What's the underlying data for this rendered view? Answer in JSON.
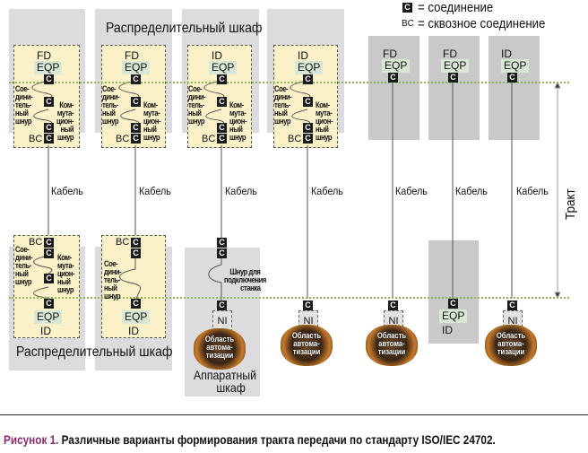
{
  "legend": {
    "connection_symbol": "C",
    "connection_text": "= соединение",
    "bc_symbol": "BC",
    "bc_text": "= сквозное соединение"
  },
  "labels": {
    "top_cabinet": "Распределительный шкаф",
    "bottom_cabinet": "Распределительный шкаф",
    "apparatus_cabinet_line1": "Аппаратный",
    "apparatus_cabinet_line2": "шкаф",
    "path": "Тракт",
    "cable": "Кабель",
    "eqp": "EQP",
    "c": "C",
    "bc": "BC",
    "ni": "NI",
    "patch_cord": [
      "Сое-",
      "дини-",
      "тель-",
      "ный",
      "шнур"
    ],
    "cross_cord": [
      "Ком-",
      "мута-",
      "цион-",
      "ный",
      "шнур"
    ],
    "machine_cord": [
      "Шнур для",
      "подключения",
      "станка"
    ],
    "automation_area": [
      "Область",
      "автома-",
      "тизации"
    ]
  },
  "columns": [
    {
      "top_node": "FD",
      "bottom_node": "ID",
      "top_type": "cross-connect",
      "bottom_type": "cross-connect"
    },
    {
      "top_node": "FD",
      "bottom_node": "ID",
      "top_type": "cross-connect",
      "bottom_type": "interconnect"
    },
    {
      "top_node": "ID",
      "bottom_node": "",
      "top_type": "cross-connect",
      "bottom_type": "apparatus"
    },
    {
      "top_node": "ID",
      "bottom_node": "",
      "top_type": "cross-connect",
      "bottom_type": "automation"
    },
    {
      "top_node": "FD",
      "bottom_node": "",
      "top_type": "direct",
      "bottom_type": "automation"
    },
    {
      "top_node": "FD",
      "bottom_node": "ID",
      "top_type": "direct",
      "bottom_type": "eqp"
    },
    {
      "top_node": "ID",
      "bottom_node": "",
      "top_type": "direct",
      "bottom_type": "automation"
    }
  ],
  "caption": {
    "prefix": "Рисунок 1.",
    "text": "Различные варианты формирования тракта передачи по стандарту ISO/IEC 24702."
  },
  "colors": {
    "caption_prefix": "#8b2a6e",
    "green_dotted": "#8fb35a",
    "cabinet_gray": "#dcdcde",
    "direct_gray": "#c9c9c9",
    "dashed_box": "#faf1c8",
    "eqp_bg": "#d8e8d4"
  }
}
